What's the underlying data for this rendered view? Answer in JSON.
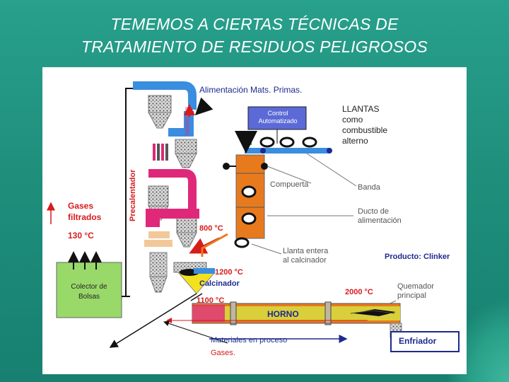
{
  "slide": {
    "title_line1": "TEMEMOS A CIERTAS TÉCNICAS DE",
    "title_line2": "TRATAMIENTO DE RESIDUOS PELIGROSOS"
  },
  "diagram": {
    "alimentacion": "Alimentación   Mats. Primas.",
    "control": "Control\nAutomatizado",
    "llantas": "LLANTAS\ncomo\ncombustible\nalterno",
    "precalentador": "Precalentador",
    "compuerta": "Compuerta",
    "banda": "Banda",
    "ducto": "Ducto de\nalimentación",
    "gases_filtrados": "Gases\nfiltrados",
    "temp_130": "130 °C",
    "temp_800": "800 °C",
    "llanta_entera": "Llanta entera\nal calcinador",
    "producto": "Producto:  Clinker",
    "temp_1200": "1200 °C",
    "calcinador": "Calcinador",
    "temp_1100": "1100 °C",
    "colector": "Colector de\nBolsas",
    "temp_2000": "2000 °C",
    "quemador": "Quemador\nprincipal",
    "horno": "HORNO",
    "materiales": "Materiales en proceso",
    "gases": "Gases.",
    "enfriador": "Enfriador"
  },
  "colors": {
    "feed_blue": "#3a8ee0",
    "hot_magenta": "#e0287a",
    "kiln_orange": "#e87a1e",
    "kiln_band": "#d9cf3a",
    "collector_green": "#99d96a",
    "control_box": "#5b6ad6",
    "tire_red": "#d81b1b"
  }
}
